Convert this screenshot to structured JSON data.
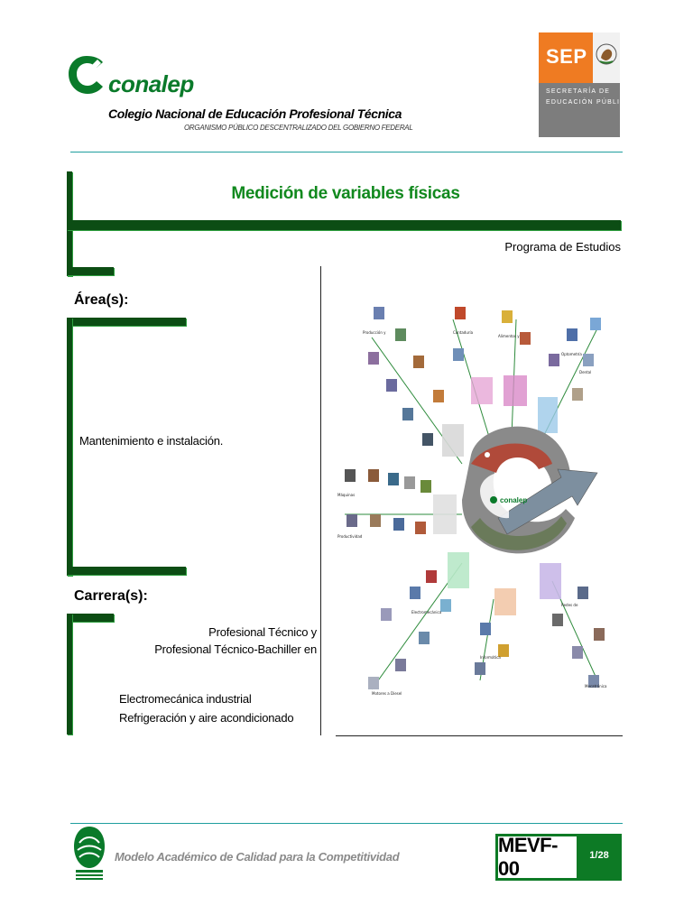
{
  "header": {
    "logo_text": "conalep",
    "college_name": "Colegio Nacional de Educación Profesional Técnica",
    "college_subtitle": "ORGANISMO PÚBLICO DESCENTRALIZADO DEL GOBIERNO FEDERAL",
    "sep_acronym": "SEP",
    "sep_line1": "SECRETARÍA DE",
    "sep_line2": "EDUCACIÓN PÚBLICA"
  },
  "document": {
    "title": "Medición de variables físicas",
    "program_label": "Programa de Estudios",
    "area_label": "Área(s):",
    "area_value": "Mantenimiento e instalación.",
    "carrera_label": "Carrera(s):",
    "profesional_line1": "Profesional Técnico y",
    "profesional_line2": "Profesional Técnico-Bachiller en",
    "carrera_1": "Electromecánica industrial",
    "carrera_2": "Refrigeración y aire acondicionado",
    "diagram_brand": "conalep"
  },
  "footer": {
    "tagline": "Modelo Académico de Calidad para la Competitividad",
    "doc_code": "MEVF-00",
    "page": "1/28"
  },
  "colors": {
    "green_title": "#11891e",
    "dark_green_bar": "#0c4d14",
    "teal_rule": "#1f9e9e",
    "sep_orange": "#ef7b22",
    "sep_gray": "#7d7d7d",
    "footer_gray": "#8a8a8a"
  }
}
